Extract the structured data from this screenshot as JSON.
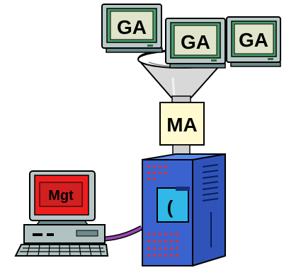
{
  "labels": {
    "ga_1": "GA",
    "ga_2": "GA",
    "ga_3": "GA",
    "ma": "MA",
    "mgt": "Mgt",
    "drive_slot": "("
  },
  "colors": {
    "background": "#ffffff",
    "outline": "#000000",
    "monitor_body": "#b8c8c8",
    "monitor_shadow": "#6e8a8a",
    "screen_fill": "#e0e4ca",
    "screen_green": "#4aa06a",
    "ma_box": "#fffad0",
    "funnel": "#d8d8d8",
    "server_blue": "#2f53b8",
    "server_front": "#3a63d0",
    "server_light": "#5a8af0",
    "red_dot": "#e53030",
    "drive_panel": "#2fb8e8",
    "mgt_screen": "#ef1e1e",
    "mgt_label_bg": "#d22020",
    "cable": "#9a48b0",
    "keyboard": "#b0c2c2"
  }
}
